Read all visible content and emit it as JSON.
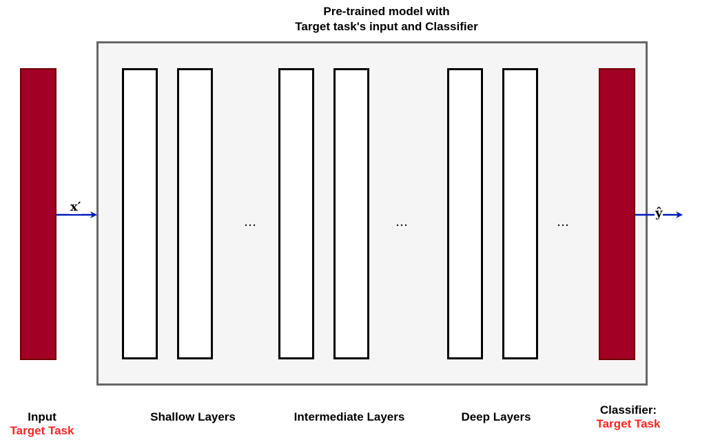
{
  "title": {
    "line1": "Pre-trained model with",
    "line2": "Target task's input and Classifier"
  },
  "input": {
    "label": "Input",
    "sublabel": "Target Task",
    "arrow_symbol": "x′"
  },
  "layer_groups": [
    {
      "label": "Shallow Layers"
    },
    {
      "label": "Intermediate Layers"
    },
    {
      "label": "Deep Layers"
    }
  ],
  "ellipsis": "…",
  "classifier": {
    "label": "Classifier:",
    "sublabel": "Target Task",
    "arrow_symbol": "ŷ"
  },
  "colors": {
    "red_block": "#a20025",
    "arrow": "#001dbc",
    "target_task_text": "#ff2222",
    "model_box_border": "#666666",
    "model_box_fill": "#f5f5f5"
  }
}
